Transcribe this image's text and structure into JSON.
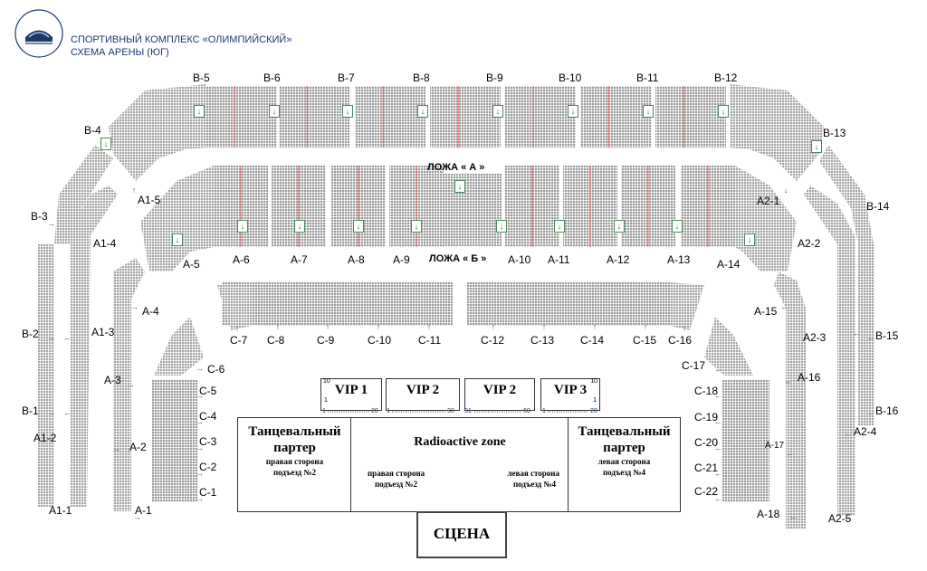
{
  "header": {
    "logo_text": "СПОРТИВНЫЙ КОМПЛЕКС «ОЛИМПИЙСКИЙ»",
    "title_line1": "СПОРТИВНЫЙ КОМПЛЕКС «ОЛИМПИЙСКИЙ»",
    "title_line2": "СХЕМА АРЕНЫ (ЮГ)"
  },
  "colors": {
    "seat": "#9a9a9a",
    "seat_light": "#b4b4b4",
    "row_mark": "#e06060",
    "entrance": "#2d7a3e",
    "title": "#1b3a6b"
  },
  "loges": {
    "a": "ЛОЖА « А »",
    "b": "ЛОЖА « Б »"
  },
  "sectors": {
    "b_top": [
      "В-5",
      "В-6",
      "В-7",
      "В-8",
      "В-9",
      "В-10",
      "В-11",
      "В-12"
    ],
    "b_left": [
      "В-4",
      "В-3",
      "В-2",
      "В-1"
    ],
    "b_right": [
      "В-13",
      "В-14",
      "В-15",
      "В-16"
    ],
    "a_mid": [
      "А-6",
      "А-7",
      "А-8",
      "А-9",
      "А-10",
      "А-11",
      "А-12",
      "А-13"
    ],
    "a_side": [
      "А-5",
      "А-14",
      "А-4",
      "А-15",
      "А-3",
      "А-16",
      "А-2",
      "А-17",
      "А-1",
      "А-18"
    ],
    "a1": [
      "А1-5",
      "А1-4",
      "А1-3",
      "А1-2",
      "А1-1"
    ],
    "a2": [
      "А2-1",
      "А2-2",
      "А2-3",
      "А2-4",
      "А2-5"
    ],
    "c_row": [
      "С-7",
      "С-8",
      "С-9",
      "С-10",
      "С-11",
      "С-12",
      "С-13",
      "С-14",
      "С-15",
      "С-16"
    ],
    "c_left": [
      "С-6",
      "С-5",
      "С-4",
      "С-3",
      "С-2",
      "С-1"
    ],
    "c_right": [
      "С-17",
      "С-18",
      "С-19",
      "С-20",
      "С-21",
      "С-22"
    ]
  },
  "vip": [
    {
      "name": "VIP 1",
      "top_num": "10",
      "mid_num": "1",
      "left_num": "1",
      "right_num": "20"
    },
    {
      "name": "VIP 2",
      "top_num": "",
      "mid_num": "",
      "left_num": "1",
      "right_num": "30"
    },
    {
      "name": "VIP 2",
      "top_num": "",
      "mid_num": "",
      "left_num": "31",
      "right_num": "60"
    },
    {
      "name": "VIP 3",
      "top_num": "10",
      "mid_num": "1",
      "left_num": "1",
      "right_num": "20"
    }
  ],
  "floor": {
    "left_title": "Танцевальный партер",
    "left_side": "правая сторона",
    "left_entry": "подъезд №2",
    "center_title": "Radioactive zone",
    "center_left_side": "правая сторона",
    "center_left_entry": "подъезд №2",
    "center_right_side": "левая сторона",
    "center_right_entry": "подъезд №4",
    "right_title": "Танцевальный партер",
    "right_side": "левая сторона",
    "right_entry": "подъезд №4"
  },
  "stage": "СЦЕНА"
}
